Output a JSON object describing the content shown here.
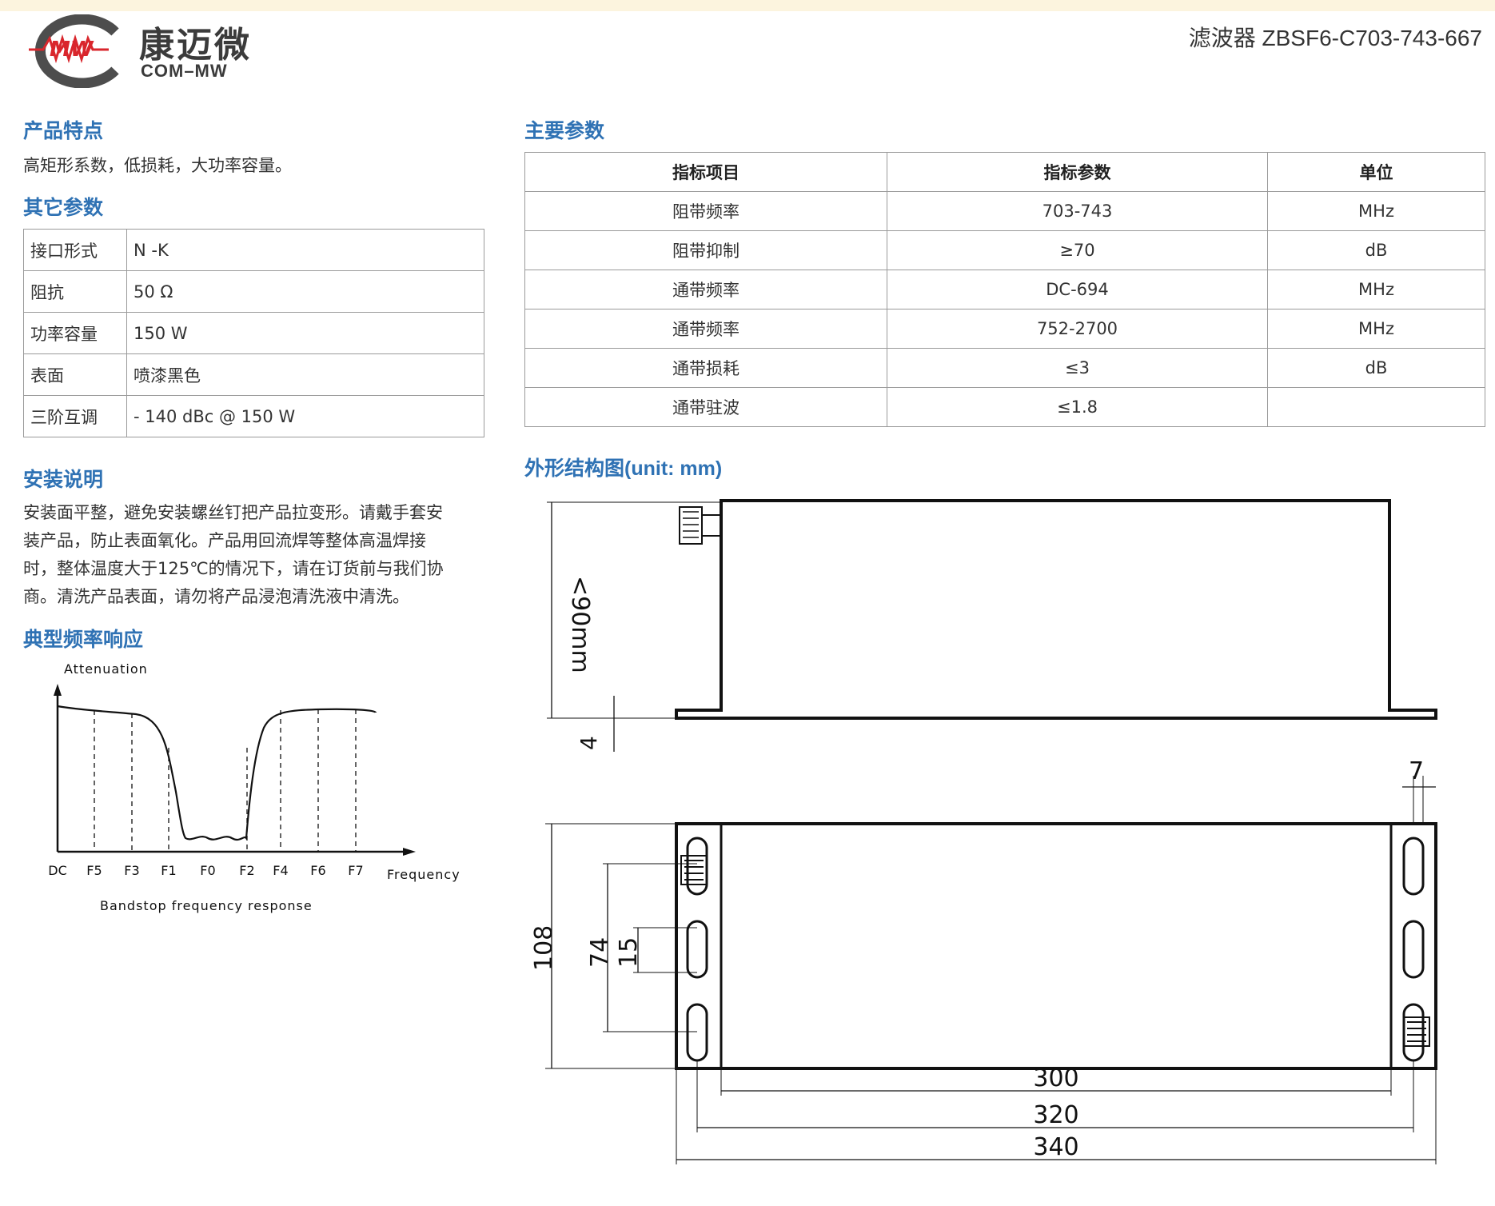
{
  "brand": {
    "name_cn": "康迈微",
    "name_en": "COM–MW",
    "logo_letters": "MW"
  },
  "doc_title": "滤波器 ZBSF6-C703-743-667",
  "features": {
    "heading": "产品特点",
    "text": "高矩形系数，低损耗，大功率容量。"
  },
  "other_params": {
    "heading": "其它参数",
    "rows": [
      {
        "key": "接口形式",
        "value": "N -K"
      },
      {
        "key": "阻抗",
        "value": "50 Ω"
      },
      {
        "key": "功率容量",
        "value": "150 W"
      },
      {
        "key": "表面",
        "value": "喷漆黑色"
      },
      {
        "key": "三阶互调",
        "value": "- 140 dBc @ 150 W"
      }
    ]
  },
  "install": {
    "heading": "安装说明",
    "lines": [
      "安装面平整，避免安装螺丝钉把产品拉变形。请戴手套安",
      "装产品，防止表面氧化。产品用回流焊等整体高温焊接",
      "时，整体温度大于125℃的情况下，请在订货前与我们协",
      "商。清洗产品表面，请勿将产品浸泡清洗液中清洗。"
    ]
  },
  "response": {
    "heading": "典型频率响应",
    "ylabel": "Attenuation",
    "xlabel": "Frequency",
    "caption": "Bandstop  frequency  response",
    "ticks": [
      "DC",
      "F5",
      "F3",
      "F1",
      "F0",
      "F2",
      "F4",
      "F6",
      "F7"
    ]
  },
  "main_params": {
    "heading": "主要参数",
    "headers": [
      "指标项目",
      "指标参数",
      "单位"
    ],
    "rows": [
      [
        "阻带频率",
        "703-743",
        "MHz"
      ],
      [
        "阻带抑制",
        "≥70",
        "dB"
      ],
      [
        "通带频率",
        "DC-694",
        "MHz"
      ],
      [
        "通带频率",
        "752-2700",
        "MHz"
      ],
      [
        "通带损耗",
        "≤3",
        "dB"
      ],
      [
        "通带驻波",
        "≤1.8",
        ""
      ]
    ]
  },
  "drawing": {
    "heading": "外形结构图(unit: mm)",
    "dims": {
      "height": "<90mm",
      "flange": "4",
      "slot": "7",
      "depth": "108",
      "hole_pitch": "74",
      "slot_len": "15",
      "inner": "300",
      "holes": "320",
      "overall": "340"
    }
  }
}
